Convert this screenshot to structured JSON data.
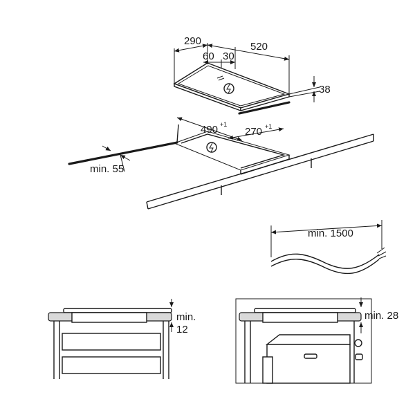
{
  "hob_top": {
    "width_label": "290",
    "depth_label": "520",
    "offset_a_label": "60",
    "offset_b_label": "30",
    "height_label": "38"
  },
  "cutout": {
    "length_label": "490",
    "length_tol": "+1",
    "width_label": "270",
    "width_tol": "+1",
    "edge_min_label": "min. 55"
  },
  "cable": {
    "length_label": "min. 1500"
  },
  "section_drawer": {
    "clearance_label_1": "min.",
    "clearance_label_2": "12"
  },
  "section_oven": {
    "clearance_label": "min. 28"
  },
  "icons": [
    "power-symbol-icon"
  ]
}
